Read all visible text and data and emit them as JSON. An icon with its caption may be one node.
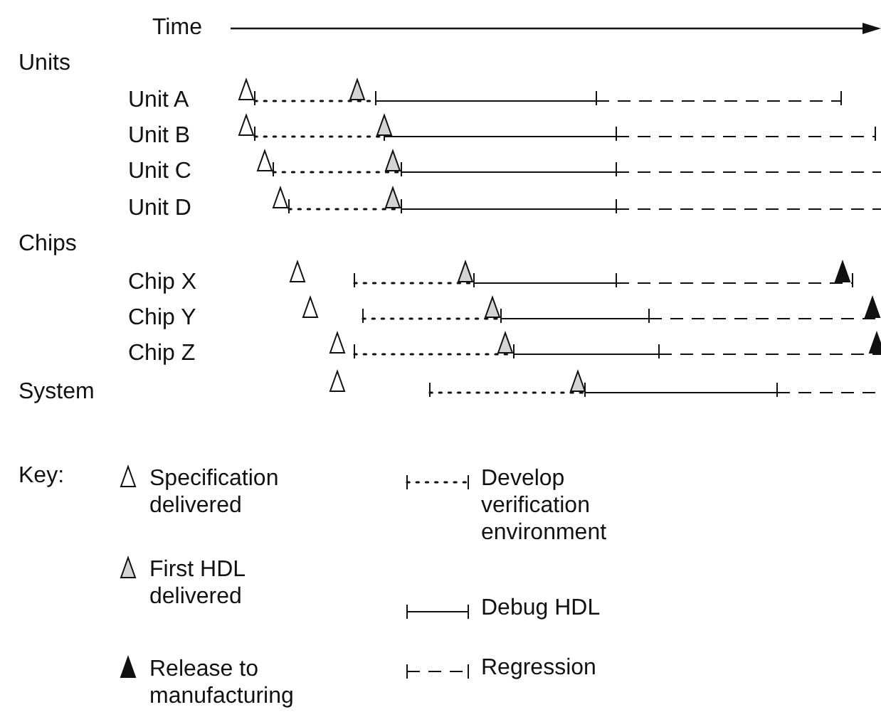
{
  "diagram": {
    "labels": [
      "Time",
      "Units",
      "Unit A",
      "Unit B",
      "Unit C",
      "Unit D",
      "Chips",
      "Chip X",
      "Chip Y",
      "Chip Z",
      "System",
      "Key:"
    ],
    "legend": [
      {
        "text": "Specification delivered"
      },
      {
        "text": "Develop verification environment"
      },
      {
        "text": "First HDL delivered"
      },
      {
        "text": "Debug HDL"
      },
      {
        "text": "Release to manufacturing"
      },
      {
        "text": "Regression"
      }
    ]
  }
}
